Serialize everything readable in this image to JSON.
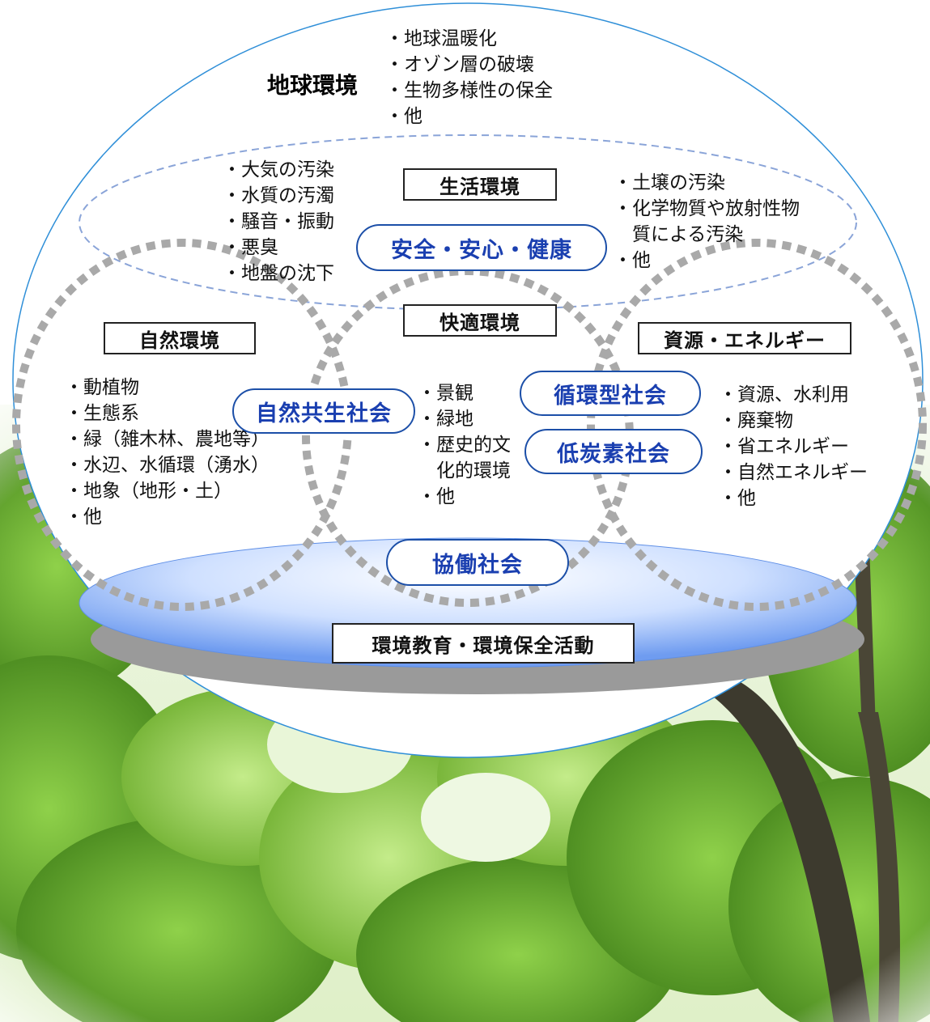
{
  "colors": {
    "accent_blue": "#1a3fb0",
    "disc_blue": "#6f9cf0",
    "shadow_gray": "#9a9a9a",
    "dot_gray": "#a9a9a9"
  },
  "global": {
    "title": "地球環境",
    "items": [
      "・地球温暖化",
      "・オゾン層の破壊",
      "・生物多様性の保全",
      "・他"
    ]
  },
  "living": {
    "title": "生活環境",
    "left_items": [
      "・大気の汚染",
      "・水質の汚濁",
      "・騒音・振動",
      "・悪臭",
      "・地盤の沈下"
    ],
    "right_items": [
      "・土壌の汚染",
      "・化学物質や放射性物",
      "　質による汚染",
      "・他"
    ]
  },
  "safety_label": "安全・安心・健康",
  "comfort": {
    "title": "快適環境",
    "items": [
      "・景観",
      "・緑地",
      "・歴史的文",
      "　化的環境",
      "・他"
    ]
  },
  "nature": {
    "title": "自然環境",
    "items": [
      "・動植物",
      "・生態系",
      "・緑（雑木林、農地等）",
      "・水辺、水循環（湧水）",
      "・地象（地形・土）",
      "・他"
    ]
  },
  "resources": {
    "title": "資源・エネルギー",
    "items": [
      "・資源、水利用",
      "・廃棄物",
      "・省エネルギー",
      "・自然エネルギー",
      "・他"
    ]
  },
  "societies": {
    "nature_coexist": "自然共生社会",
    "circular": "循環型社会",
    "low_carbon": "低炭素社会",
    "cooperative": "協働社会"
  },
  "foundation": "環境教育・環境保全活動"
}
